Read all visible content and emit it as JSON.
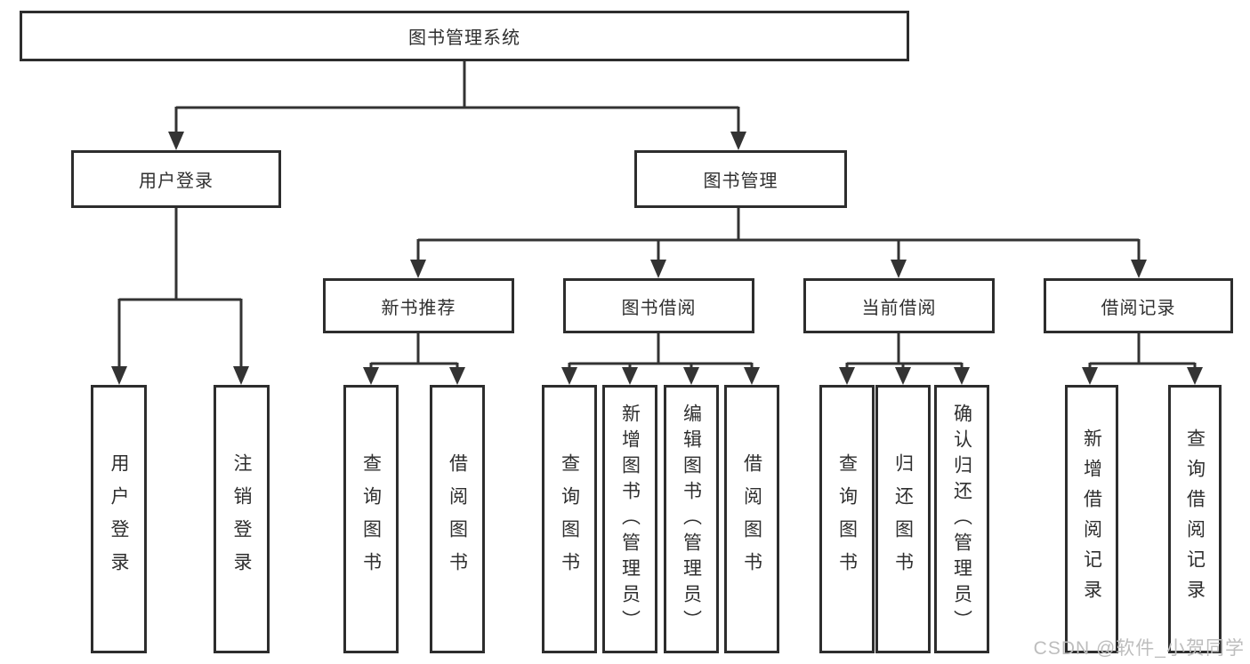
{
  "diagram": {
    "title_node": "图书管理系统",
    "level2": {
      "user_login": "用户登录",
      "book_management": "图书管理"
    },
    "level3": {
      "new_book_recommend": "新书推荐",
      "book_borrowing": "图书借阅",
      "current_borrowing": "当前借阅",
      "borrowing_records": "借阅记录"
    },
    "leaves": {
      "user_login": "用户登录",
      "logout": "注销登录",
      "nbr_query_books": "查询图书",
      "nbr_borrow_books": "借阅图书",
      "bb_query_books": "查询图书",
      "bb_add_books_admin": "新增图书（管理员）",
      "bb_edit_books_admin": "编辑图书（管理员）",
      "bb_borrow_books": "借阅图书",
      "cb_query_books": "查询图书",
      "cb_return_books": "归还图书",
      "cb_confirm_return_admin": "确认归还（管理员）",
      "br_add_record": "新增借阅记录",
      "br_query_record": "查询借阅记录"
    }
  },
  "watermark": "CSDN @软件_小贺同学",
  "colors": {
    "line": "#333333",
    "border": "#2d2d2d",
    "text": "#2f2f2f",
    "watermark": "#bdbdbd",
    "background": "#ffffff"
  }
}
